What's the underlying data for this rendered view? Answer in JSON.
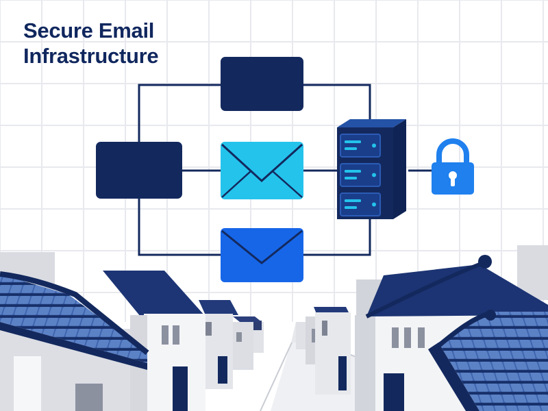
{
  "title": {
    "line1": "Secure Email",
    "line2": "Infrastructure"
  },
  "diagram": {
    "nodes": [
      {
        "id": "top-block",
        "kind": "block"
      },
      {
        "id": "left-block",
        "kind": "block"
      },
      {
        "id": "envelope-top",
        "kind": "envelope"
      },
      {
        "id": "envelope-bottom",
        "kind": "envelope"
      },
      {
        "id": "server-rack",
        "kind": "server",
        "units": 3
      },
      {
        "id": "padlock",
        "kind": "lock"
      }
    ],
    "edges": [
      {
        "from": "left-block",
        "to": "top-block"
      },
      {
        "from": "top-block",
        "to": "server-rack"
      },
      {
        "from": "left-block",
        "to": "envelope-top"
      },
      {
        "from": "envelope-top",
        "to": "server-rack"
      },
      {
        "from": "left-block",
        "to": "envelope-bottom"
      },
      {
        "from": "envelope-bottom",
        "to": "server-rack"
      },
      {
        "from": "server-rack",
        "to": "padlock"
      }
    ]
  },
  "colors": {
    "navy": "#13295e",
    "cyan": "#24c3ec",
    "blue": "#1766e8",
    "lock_blue": "#1f80ee",
    "grid": "#e8e9ee",
    "roof_tile": "#3f64ad",
    "wall_gray": "#d3d5dc"
  },
  "icons": [
    "envelope-icon",
    "server-icon",
    "lock-icon"
  ]
}
